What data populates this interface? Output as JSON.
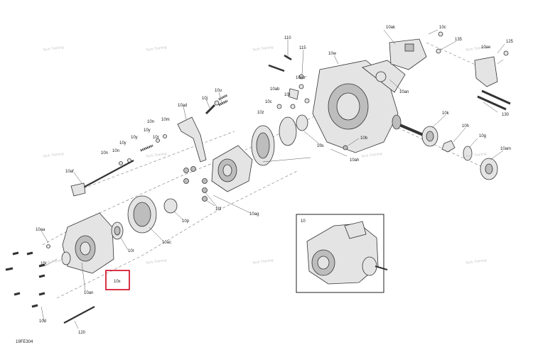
{
  "diagram_code": "19FE304",
  "labels": {
    "l_10ak": "10ak",
    "l_10c": "10c",
    "l_110": "110",
    "l_115": "115",
    "l_135": "135",
    "l_125": "125",
    "l_10ae": "10ae",
    "l_10w": "10w",
    "l_10eb": "10eb",
    "l_10an": "10an",
    "l_10ab": "10ab",
    "l_10u": "10u",
    "l_10j": "10j",
    "l_10ad": "10ad",
    "l_10t": "10t",
    "l_10c_b": "10c",
    "l_10z": "10z",
    "l_10n": "10n",
    "l_10m": "10m",
    "l_10y": "10y",
    "l_10s": "10s",
    "l_10k": "10k",
    "l_10h": "10h",
    "l_10g": "10g",
    "l_10am": "10am",
    "l_130": "130",
    "l_10b": "10b",
    "l_10ah": "10ah",
    "l_10r": "10r",
    "l_10af": "10af",
    "l_10p": "10p",
    "l_10f": "10f",
    "l_10ag": "10ag",
    "l_10aa": "10aa",
    "l_10ac": "10ac",
    "l_10i": "10i",
    "l_10an_b": "10an",
    "l_10x": "10x",
    "l_10d": "10d",
    "l_120": "120",
    "l_10_inset": "10"
  }
}
